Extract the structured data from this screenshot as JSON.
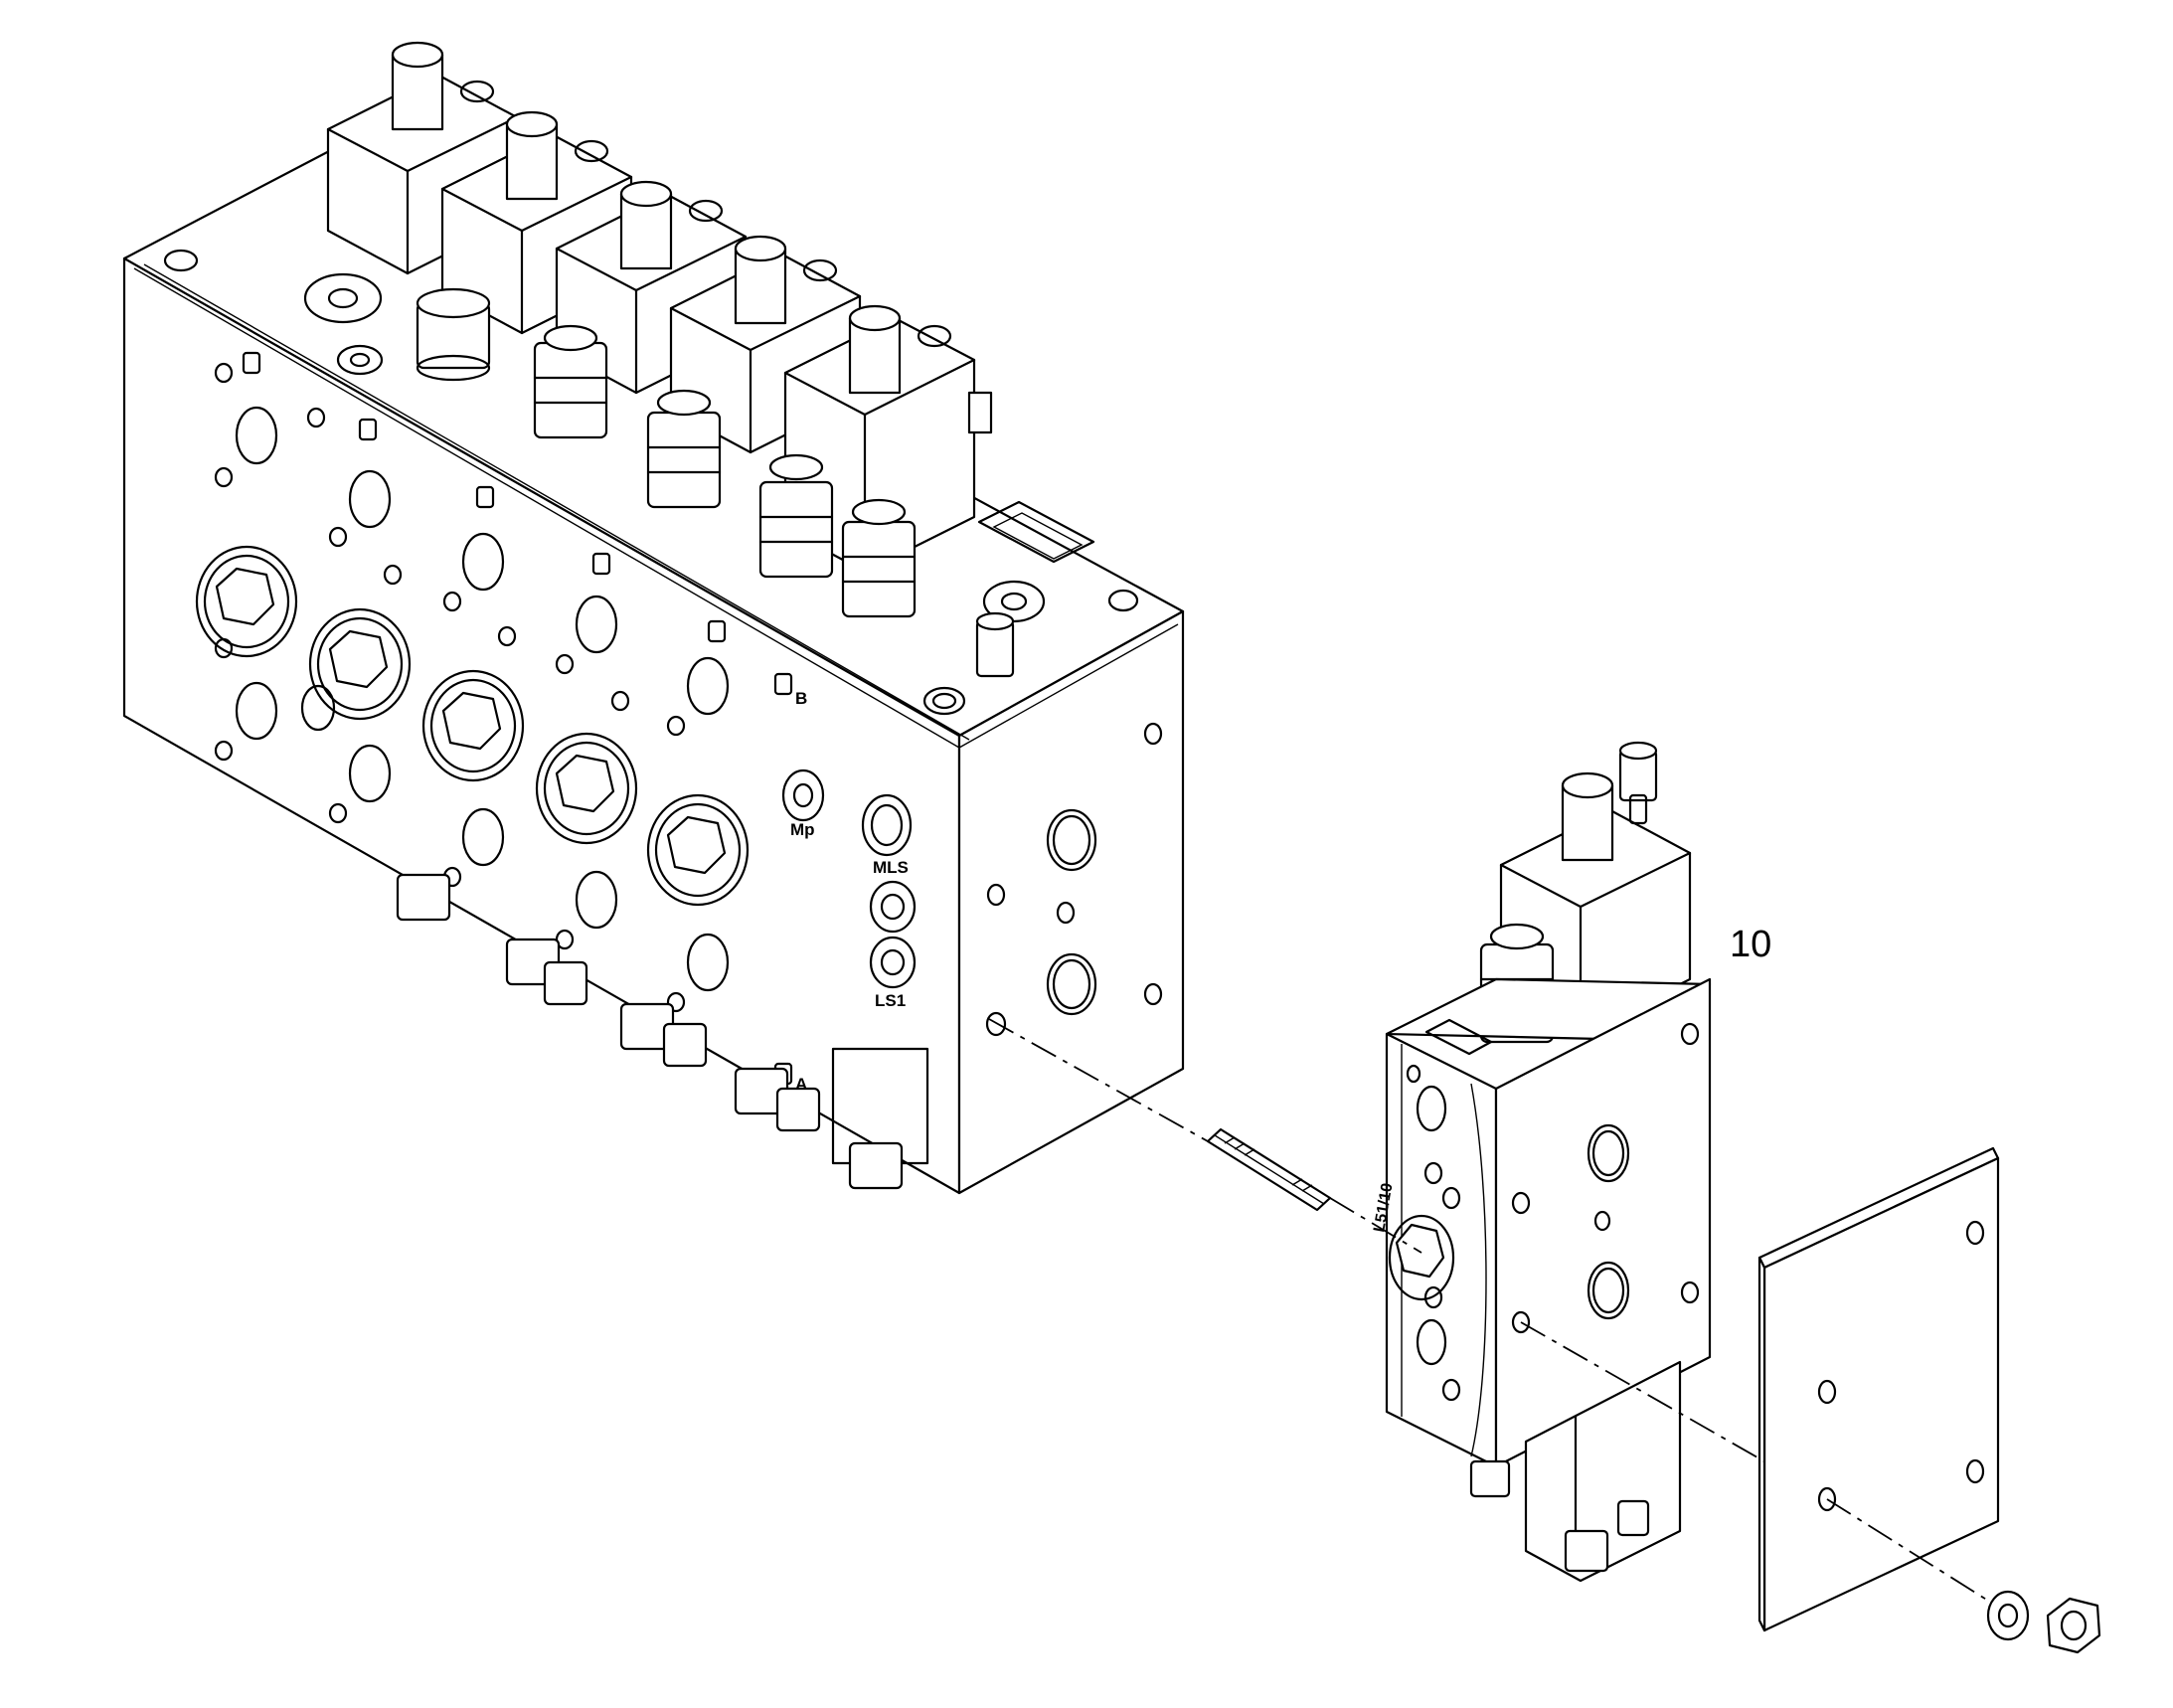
{
  "callouts": [
    {
      "id": "control-valve-section",
      "label": "10"
    }
  ],
  "port_labels": {
    "mp": "Mp",
    "mls": "MLS",
    "ls1": "LS1",
    "a": "A",
    "b": "B"
  },
  "colors": {
    "line": "#000000",
    "background": "#ffffff"
  }
}
